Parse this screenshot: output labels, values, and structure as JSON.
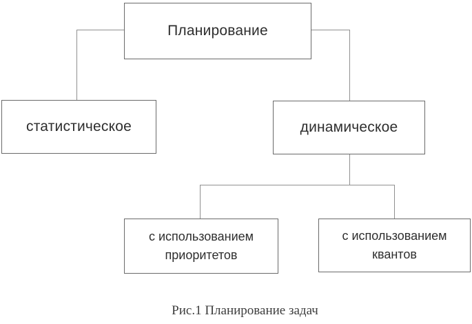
{
  "figure": {
    "caption": "Рис.1 Планирование задач"
  },
  "diagram": {
    "type": "tree",
    "nodes": [
      {
        "id": "root",
        "label": "Планирование"
      },
      {
        "id": "static",
        "label": "статистическое"
      },
      {
        "id": "dynamic",
        "label": "динамическое"
      },
      {
        "id": "priorities",
        "label": "с использованием приоритетов"
      },
      {
        "id": "quanta",
        "label": "с использованием квантов"
      }
    ],
    "edges": [
      {
        "from": "root",
        "to": "static"
      },
      {
        "from": "root",
        "to": "dynamic"
      },
      {
        "from": "dynamic",
        "to": "priorities"
      },
      {
        "from": "dynamic",
        "to": "quanta"
      }
    ],
    "colors": {
      "box_border": "#696969",
      "box_text": "#2e2e2e",
      "connector": "#8f8f8f",
      "background": "#ffffff",
      "caption_text": "#3d3d3d"
    }
  }
}
